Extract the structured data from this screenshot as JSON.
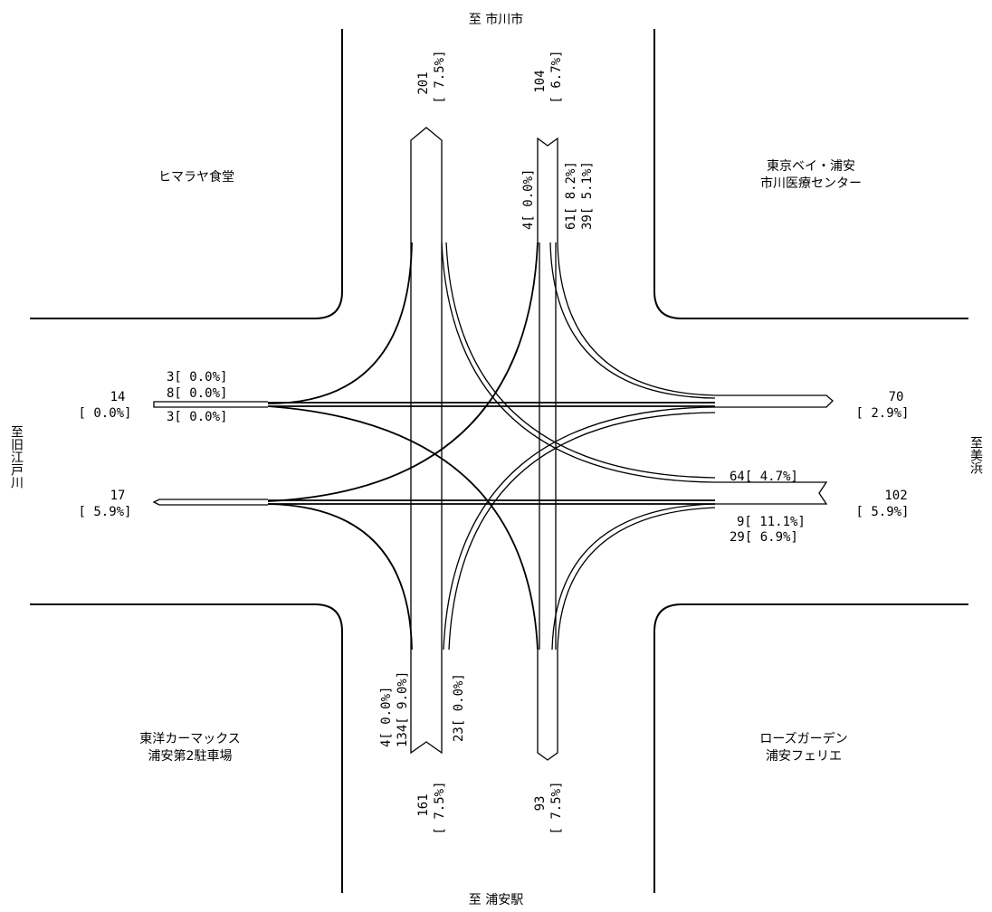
{
  "directions": {
    "north": "至 市川市",
    "south": "至 浦安駅",
    "west": "至旧江戸川",
    "east": "至美浜"
  },
  "landmarks": {
    "nw": [
      "ヒマラヤ食堂"
    ],
    "ne": [
      "東京ベイ・浦安",
      "市川医療センター"
    ],
    "sw": [
      "東洋カーマックス",
      "浦安第2駐車場"
    ],
    "se": [
      "ローズガーデン",
      "浦安フェリエ"
    ]
  },
  "north": {
    "out_total": "201",
    "out_pct": "[  7.5%]",
    "in_total": "104",
    "in_pct": "[  6.7%]",
    "turns": [
      "4[  0.0%]",
      "61[  8.2%]",
      "39[  5.1%]"
    ]
  },
  "south": {
    "in_total": "161",
    "in_pct": "[  7.5%]",
    "out_total": "93",
    "out_pct": "[  7.5%]",
    "turns": [
      "4[  0.0%]",
      "134[  9.0%]",
      "23[  0.0%]"
    ]
  },
  "west": {
    "in_total": "14",
    "in_pct": "[  0.0%]",
    "out_total": "17",
    "out_pct": "[  5.9%]",
    "turns": [
      "3[  0.0%]",
      "8[  0.0%]",
      "3[  0.0%]"
    ]
  },
  "east": {
    "out_total": "70",
    "out_pct": "[  2.9%]",
    "in_total": "102",
    "in_pct": "[  5.9%]",
    "turns": [
      "64[  4.7%]",
      "9[ 11.1%]",
      "29[  6.9%]"
    ]
  }
}
